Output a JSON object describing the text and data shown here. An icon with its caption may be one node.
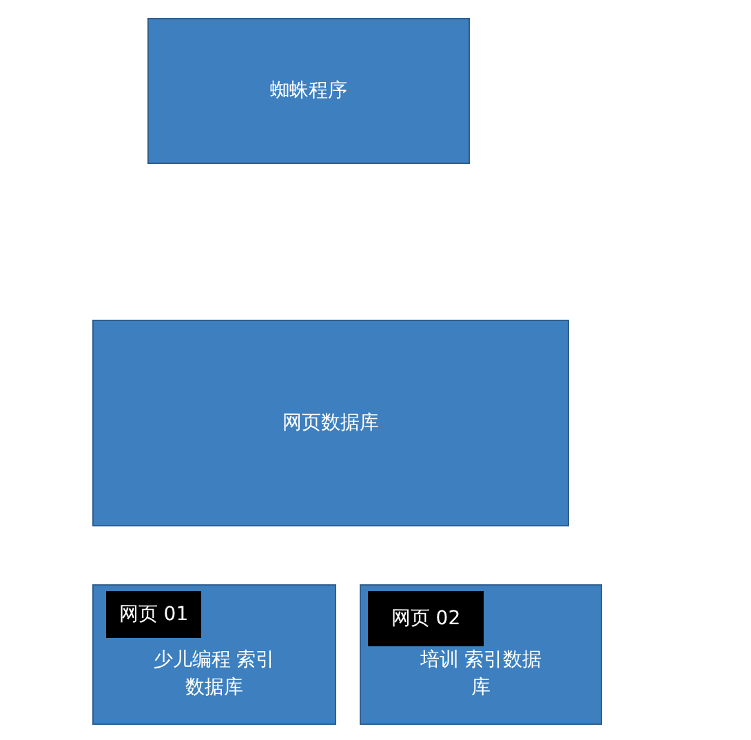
{
  "diagram": {
    "nodes": [
      {
        "text": [
          "蜘蛛程序"
        ]
      },
      {
        "text": [
          "网页数据库"
        ]
      },
      {
        "text": [
          "少儿编程 索引数据库"
        ]
      },
      {
        "text": [
          "网页 01"
        ],
        "in": 2
      },
      {
        "text": [
          "培训 索引数据库"
        ]
      },
      {
        "text": [
          "网页 02"
        ],
        "in": 4
      }
    ]
  }
}
